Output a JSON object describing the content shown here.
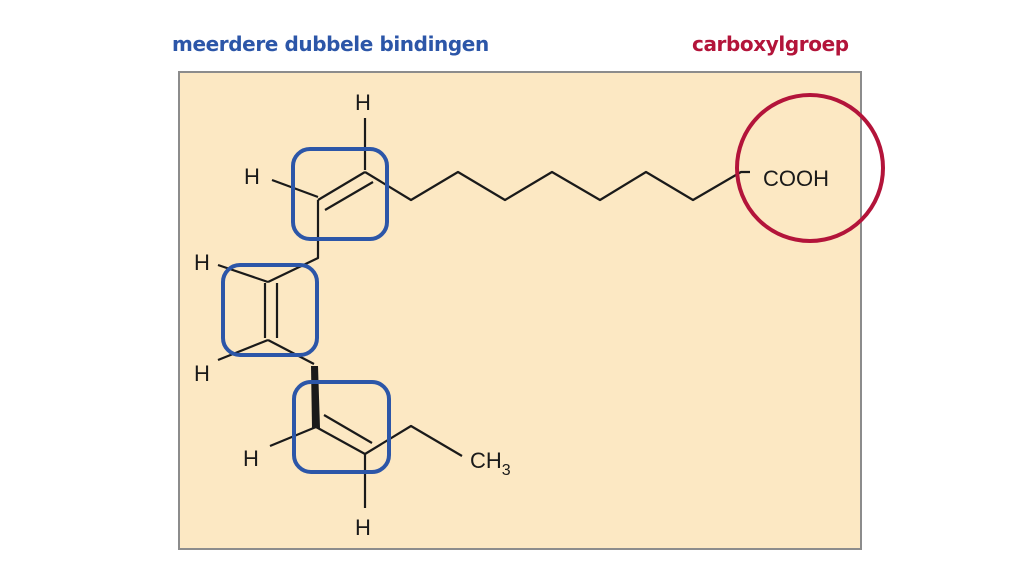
{
  "labels": {
    "left": "meerdere dubbele bindingen",
    "right": "carboxylgroep"
  },
  "atoms": {
    "h_top": "H",
    "h_left_1": "H",
    "h_left_2": "H",
    "h_left_3": "H",
    "h_left_4": "H",
    "h_bottom": "H",
    "cooh": "COOH",
    "ch3_main": "CH",
    "ch3_sub": "3"
  },
  "colors": {
    "panel_fill": "#fce8c3",
    "panel_border": "#8c8c8c",
    "bond": "#1a1a1a",
    "highlight_box": "#2c56a8",
    "highlight_circle": "#b3143a"
  }
}
